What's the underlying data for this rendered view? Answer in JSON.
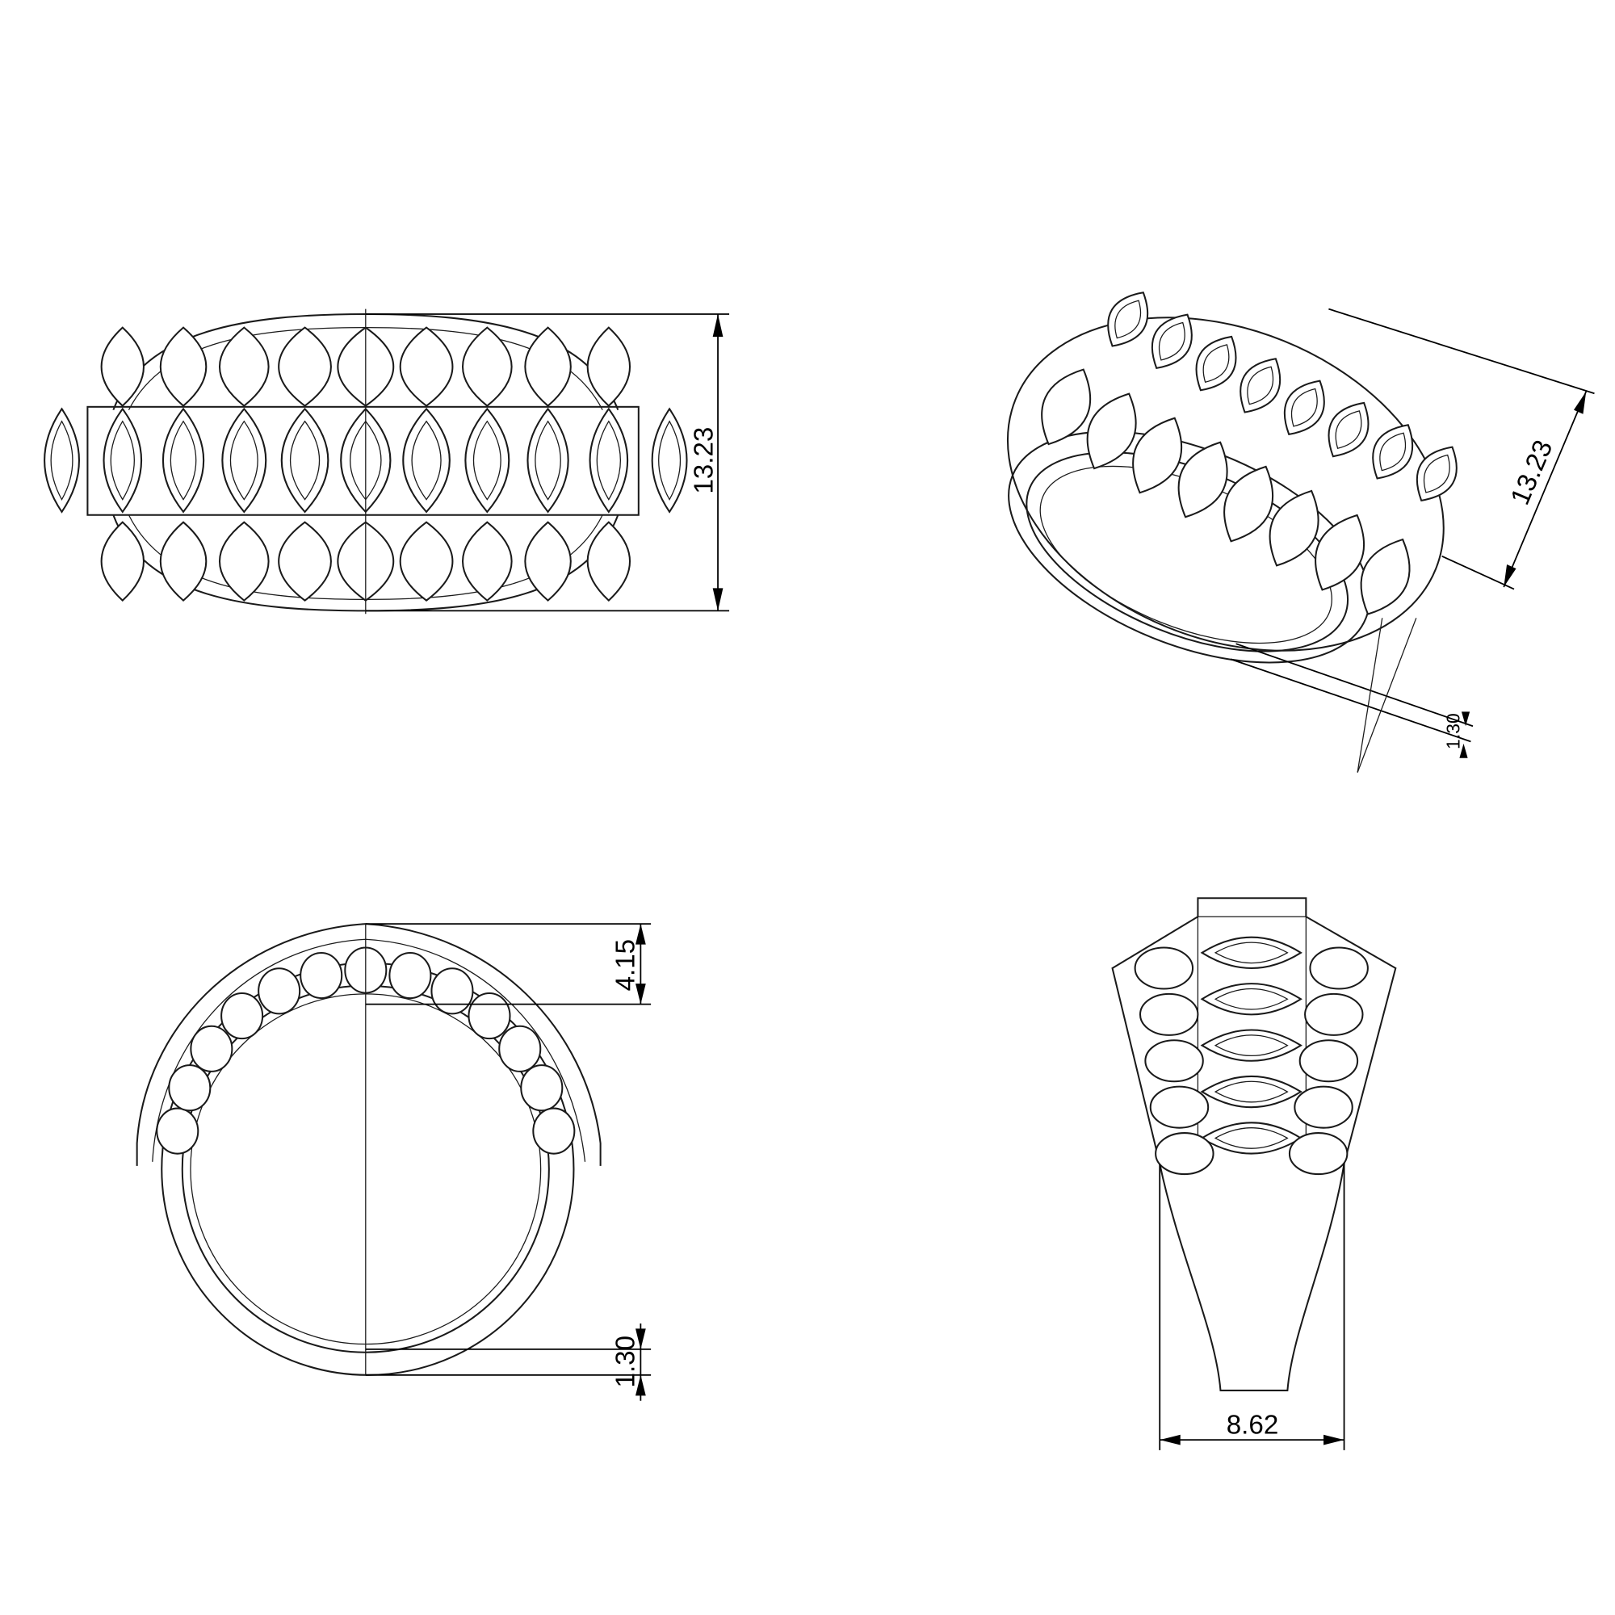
{
  "drawing": {
    "views": [
      "front-view",
      "perspective-view",
      "side-view",
      "end-view"
    ],
    "line_color": "#1a1a1a",
    "accent_color": "#2a8a6a"
  },
  "dimensions": {
    "front_height": "13.23",
    "perspective_height": "13.23",
    "perspective_thickness": "1.30",
    "side_dome_height": "4.15",
    "side_shank_thickness": "1.30",
    "end_shank_width": "8.62"
  }
}
